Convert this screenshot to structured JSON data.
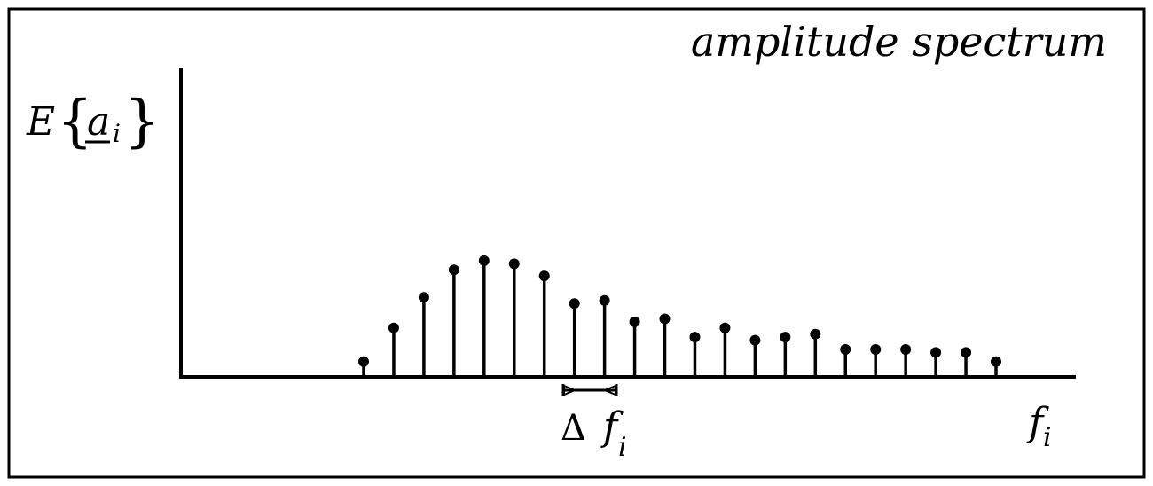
{
  "title": "amplitude spectrum",
  "y_label": {
    "prefix": "E",
    "open_brace": "{",
    "var": "a",
    "sub": "i",
    "close_brace": "}"
  },
  "x_label": {
    "var": "f",
    "sub": "i"
  },
  "delta_label": {
    "symbol": "Δ",
    "var": "f",
    "sub": "i"
  },
  "chart_data": {
    "type": "stem",
    "values": [
      0.05,
      0.16,
      0.26,
      0.35,
      0.38,
      0.37,
      0.33,
      0.24,
      0.25,
      0.18,
      0.19,
      0.13,
      0.16,
      0.12,
      0.13,
      0.14,
      0.09,
      0.09,
      0.09,
      0.08,
      0.08,
      0.05
    ],
    "ylim": [
      0,
      1
    ],
    "grid": false,
    "legend": "none"
  },
  "colors": {
    "ink": "#000000",
    "background": "#ffffff"
  }
}
